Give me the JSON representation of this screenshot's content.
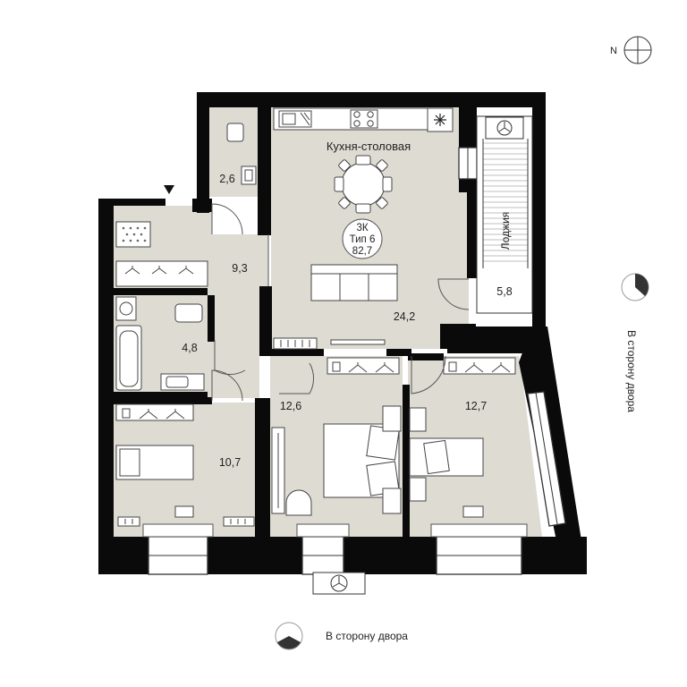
{
  "apartment": {
    "rooms_code": "3К",
    "type": "Тип 6",
    "total_area": "82,7"
  },
  "rooms": {
    "kitchen": {
      "name": "Кухня-столовая"
    },
    "loggia": {
      "name": "Лоджия",
      "area": "5,8"
    },
    "bathroom_small": {
      "area": "2,6"
    },
    "hall": {
      "area": "9,3"
    },
    "bathroom": {
      "area": "4,8"
    },
    "living": {
      "area": "24,2"
    },
    "bedroom_left": {
      "area": "10,7"
    },
    "bedroom_middle": {
      "area": "12,6"
    },
    "bedroom_right": {
      "area": "12,7"
    }
  },
  "compass": {
    "label": "N"
  },
  "orientation": {
    "side_label": "В сторону двора",
    "bottom_label": "В сторону двора"
  },
  "colors": {
    "wall": "#0a0a0a",
    "room_fill": "#dedbd2",
    "fixture_fill": "#ffffff",
    "outline": "#555555"
  },
  "icons": [
    "compass-icon",
    "entrance-arrow-icon",
    "snowflake-icon",
    "fan-icon",
    "orientation-icon"
  ]
}
